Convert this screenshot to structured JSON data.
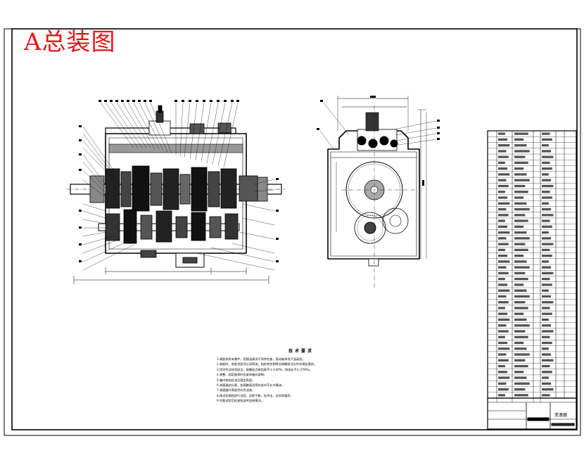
{
  "drawing": {
    "title_stamp": "A总装图",
    "tech_requirements_title": "技术要求",
    "tech_requirements": [
      "1.装配前所有零件，用煤油清洗干净并检查，滚动轴承用汽油清洗。",
      "2.装配时，各配合面涂以润滑油，齿轮啮合侧隙及接触斑点应符合规定要求。",
      "3.用涂色法检验斑点，接触斑点按齿高不小于40%，按齿长不小于50%。",
      "4.调整、固定轴承时应留有轴向游隙。",
      "5.箱内装齿轮油至规定高度。",
      "6.减速器剖分面、各接触面及密封处均不允许漏油。",
      "7.减速器外表面涂灰色油漆。",
      "8.按试验规程进行试验，运转平稳，无冲击，无异常噪声。",
      "9.空载试验后检查各部件连接情况。"
    ],
    "title_block_name": "变速器"
  },
  "colors": {
    "line": "#000000",
    "stamp": "#e8141a",
    "paper": "#ffffff"
  }
}
